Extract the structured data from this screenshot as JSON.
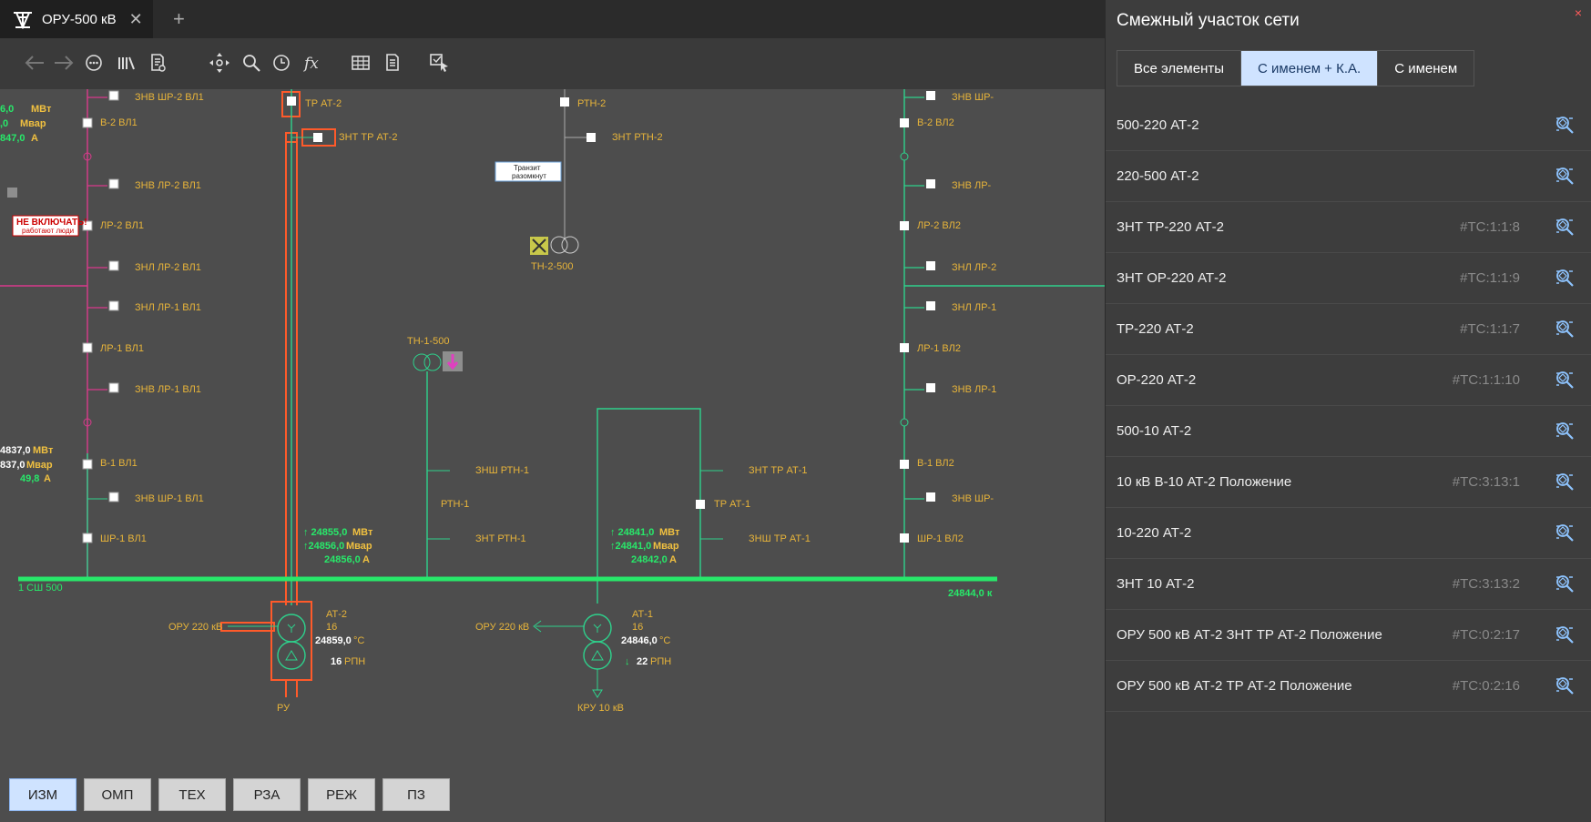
{
  "tab": {
    "title": "ОРУ-500 кВ",
    "close": "✕",
    "add": "+"
  },
  "panel": {
    "title": "Смежный участок сети",
    "close": "×",
    "filters": [
      {
        "label": "Все элементы",
        "active": false
      },
      {
        "label": "С именем + К.А.",
        "active": true
      },
      {
        "label": "С именем",
        "active": false
      }
    ],
    "items": [
      {
        "name": "500-220 АТ-2",
        "code": ""
      },
      {
        "name": "220-500 АТ-2",
        "code": ""
      },
      {
        "name": "ЗНТ ТР-220 АТ-2",
        "code": "#TC:1:1:8"
      },
      {
        "name": "ЗНТ ОР-220 АТ-2",
        "code": "#TC:1:1:9"
      },
      {
        "name": "ТР-220 АТ-2",
        "code": "#TC:1:1:7"
      },
      {
        "name": "ОР-220 АТ-2",
        "code": "#TC:1:1:10"
      },
      {
        "name": "500-10 АТ-2",
        "code": ""
      },
      {
        "name": "10 кВ В-10 АТ-2   Положение",
        "code": "#TC:3:13:1"
      },
      {
        "name": "10-220 АТ-2",
        "code": ""
      },
      {
        "name": "ЗНТ 10 АТ-2",
        "code": "#TC:3:13:2"
      },
      {
        "name": "ОРУ 500 кВ АТ-2 ЗНТ ТР АТ-2  Положение",
        "code": "#TC:0:2:17"
      },
      {
        "name": "ОРУ 500 кВ АТ-2 ТР АТ-2  Положение",
        "code": "#TC:0:2:16"
      }
    ]
  },
  "bottom_tabs": [
    {
      "label": "ИЗМ",
      "active": true
    },
    {
      "label": "ОМП",
      "active": false
    },
    {
      "label": "ТЕХ",
      "active": false
    },
    {
      "label": "РЗА",
      "active": false
    },
    {
      "label": "РЕЖ",
      "active": false
    },
    {
      "label": "ПЗ",
      "active": false
    }
  ],
  "scheme": {
    "left_col": [
      "ЗНВ ШР-2 ВЛ1",
      "В-2 ВЛ1",
      "ЗНВ ЛР-2 ВЛ1",
      "ЛР-2 ВЛ1",
      "ЗНЛ ЛР-2 ВЛ1",
      "ЗНЛ ЛР-1 ВЛ1",
      "ЛР-1 ВЛ1",
      "ЗНВ ЛР-1 ВЛ1",
      "В-1 ВЛ1",
      "ЗНВ ШР-1 ВЛ1",
      "ШР-1 ВЛ1"
    ],
    "right_col": [
      "ЗНВ ШР-",
      "В-2 ВЛ2",
      "ЗНВ ЛР-",
      "ЛР-2 ВЛ2",
      "ЗНЛ ЛР-2",
      "ЗНЛ ЛР-1",
      "ЛР-1 ВЛ2",
      "ЗНВ ЛР-1",
      "В-1 ВЛ2",
      "ЗНВ ШР-",
      "ШР-1 ВЛ2"
    ],
    "left_top_meas": [
      "6,0",
      "МВт",
      ",0",
      "Мвар",
      "847,0",
      "А"
    ],
    "left_bot_meas": [
      "4837,0",
      "МВт",
      "837,0",
      "Мвар",
      "49,8",
      "А"
    ],
    "warning": [
      "НЕ ВКЛЮЧАТЬ!",
      "работают люди"
    ],
    "at2_col": [
      "ТР АТ-2",
      "ЗНТ ТР АТ-2"
    ],
    "rtn2": [
      "РТН-2",
      "ЗНТ РТН-2"
    ],
    "transit": [
      "Транзит",
      "разомкнут"
    ],
    "tn2": "ТН-2-500",
    "tn1": "ТН-1-500",
    "rtn1": [
      "ЗНШ РТН-1",
      "РТН-1",
      "ЗНТ РТН-1"
    ],
    "at1_col": [
      "ЗНТ ТР АТ-1",
      "ТР АТ-1",
      "ЗНШ ТР АТ-1"
    ],
    "at2_meas": [
      "↑ 24855,0",
      "МВт",
      "↑24856,0",
      "Мвар",
      "24856,0",
      "А"
    ],
    "at1_meas": [
      "↑ 24841,0",
      "МВт",
      "↑24841,0",
      "Мвар",
      "24842,0",
      "А"
    ],
    "bus": "1 СШ 500",
    "bus_right": "24844,0 к",
    "at2": [
      "АТ-2",
      "16",
      "24859,0",
      "°C",
      "16",
      "РПН",
      "ОРУ 220 кВ",
      "РУ"
    ],
    "at1": [
      "АТ-1",
      "16",
      "24846,0",
      "°C",
      "↓",
      "22",
      "РПН",
      "ОРУ 220 кВ",
      "КРУ 10 кВ"
    ]
  },
  "colors": {
    "line_pink": "#d93a8c",
    "line_green": "#2ed18c",
    "bus": "#28e86a",
    "select": "#ff5a2a",
    "label": "#e7b43a"
  }
}
